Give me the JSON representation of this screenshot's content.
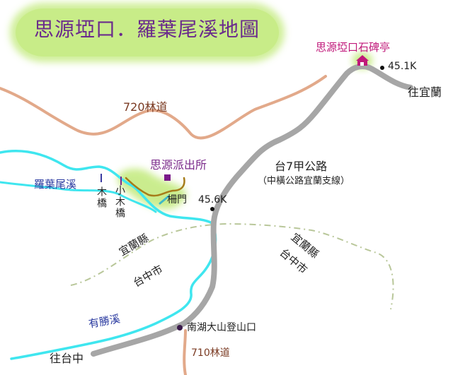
{
  "title": "思源埡口．羅葉尾溪地圖",
  "places": {
    "pavilion": "思源埡口石碑亭",
    "police_station": "思源派出所",
    "gate": "柵門",
    "trailhead": "南湖大山登山口"
  },
  "distances": {
    "km_451": "45.1K",
    "km_456": "45.6K"
  },
  "roads": {
    "highway": "台7甲公路",
    "highway_note": "（中橫公路宜蘭支線）",
    "forest_720": "720林道",
    "forest_710": "710林道",
    "to_yilan": "往宜蘭",
    "to_taichung": "往台中"
  },
  "streams": {
    "luoyewei": "羅葉尾溪",
    "yousheng": "有勝溪"
  },
  "bridges": {
    "wood": "木橋",
    "small_wood": "小木橋"
  },
  "boundary": {
    "left_yilan": "宜蘭縣",
    "left_taichung": "台中市",
    "right_yilan": "宜蘭縣",
    "right_taichung": "台中市"
  },
  "colors": {
    "river": "#3fe6ef",
    "road": "#a6a6a6",
    "forest_road": "#e2a98a",
    "boundary": "#b9c79a",
    "green_highlight": "#c8ec88",
    "title_text": "#6a2a8c",
    "pavilion_label": "#c0187a",
    "police_label": "#7a2a8a",
    "stream_label": "#2a3aa0",
    "police_marker": "#7a1a8a",
    "trail": "#a67c1a"
  },
  "icons": {
    "pavilion": "house-icon",
    "police": "square-marker-icon",
    "point": "dot-marker-icon"
  }
}
